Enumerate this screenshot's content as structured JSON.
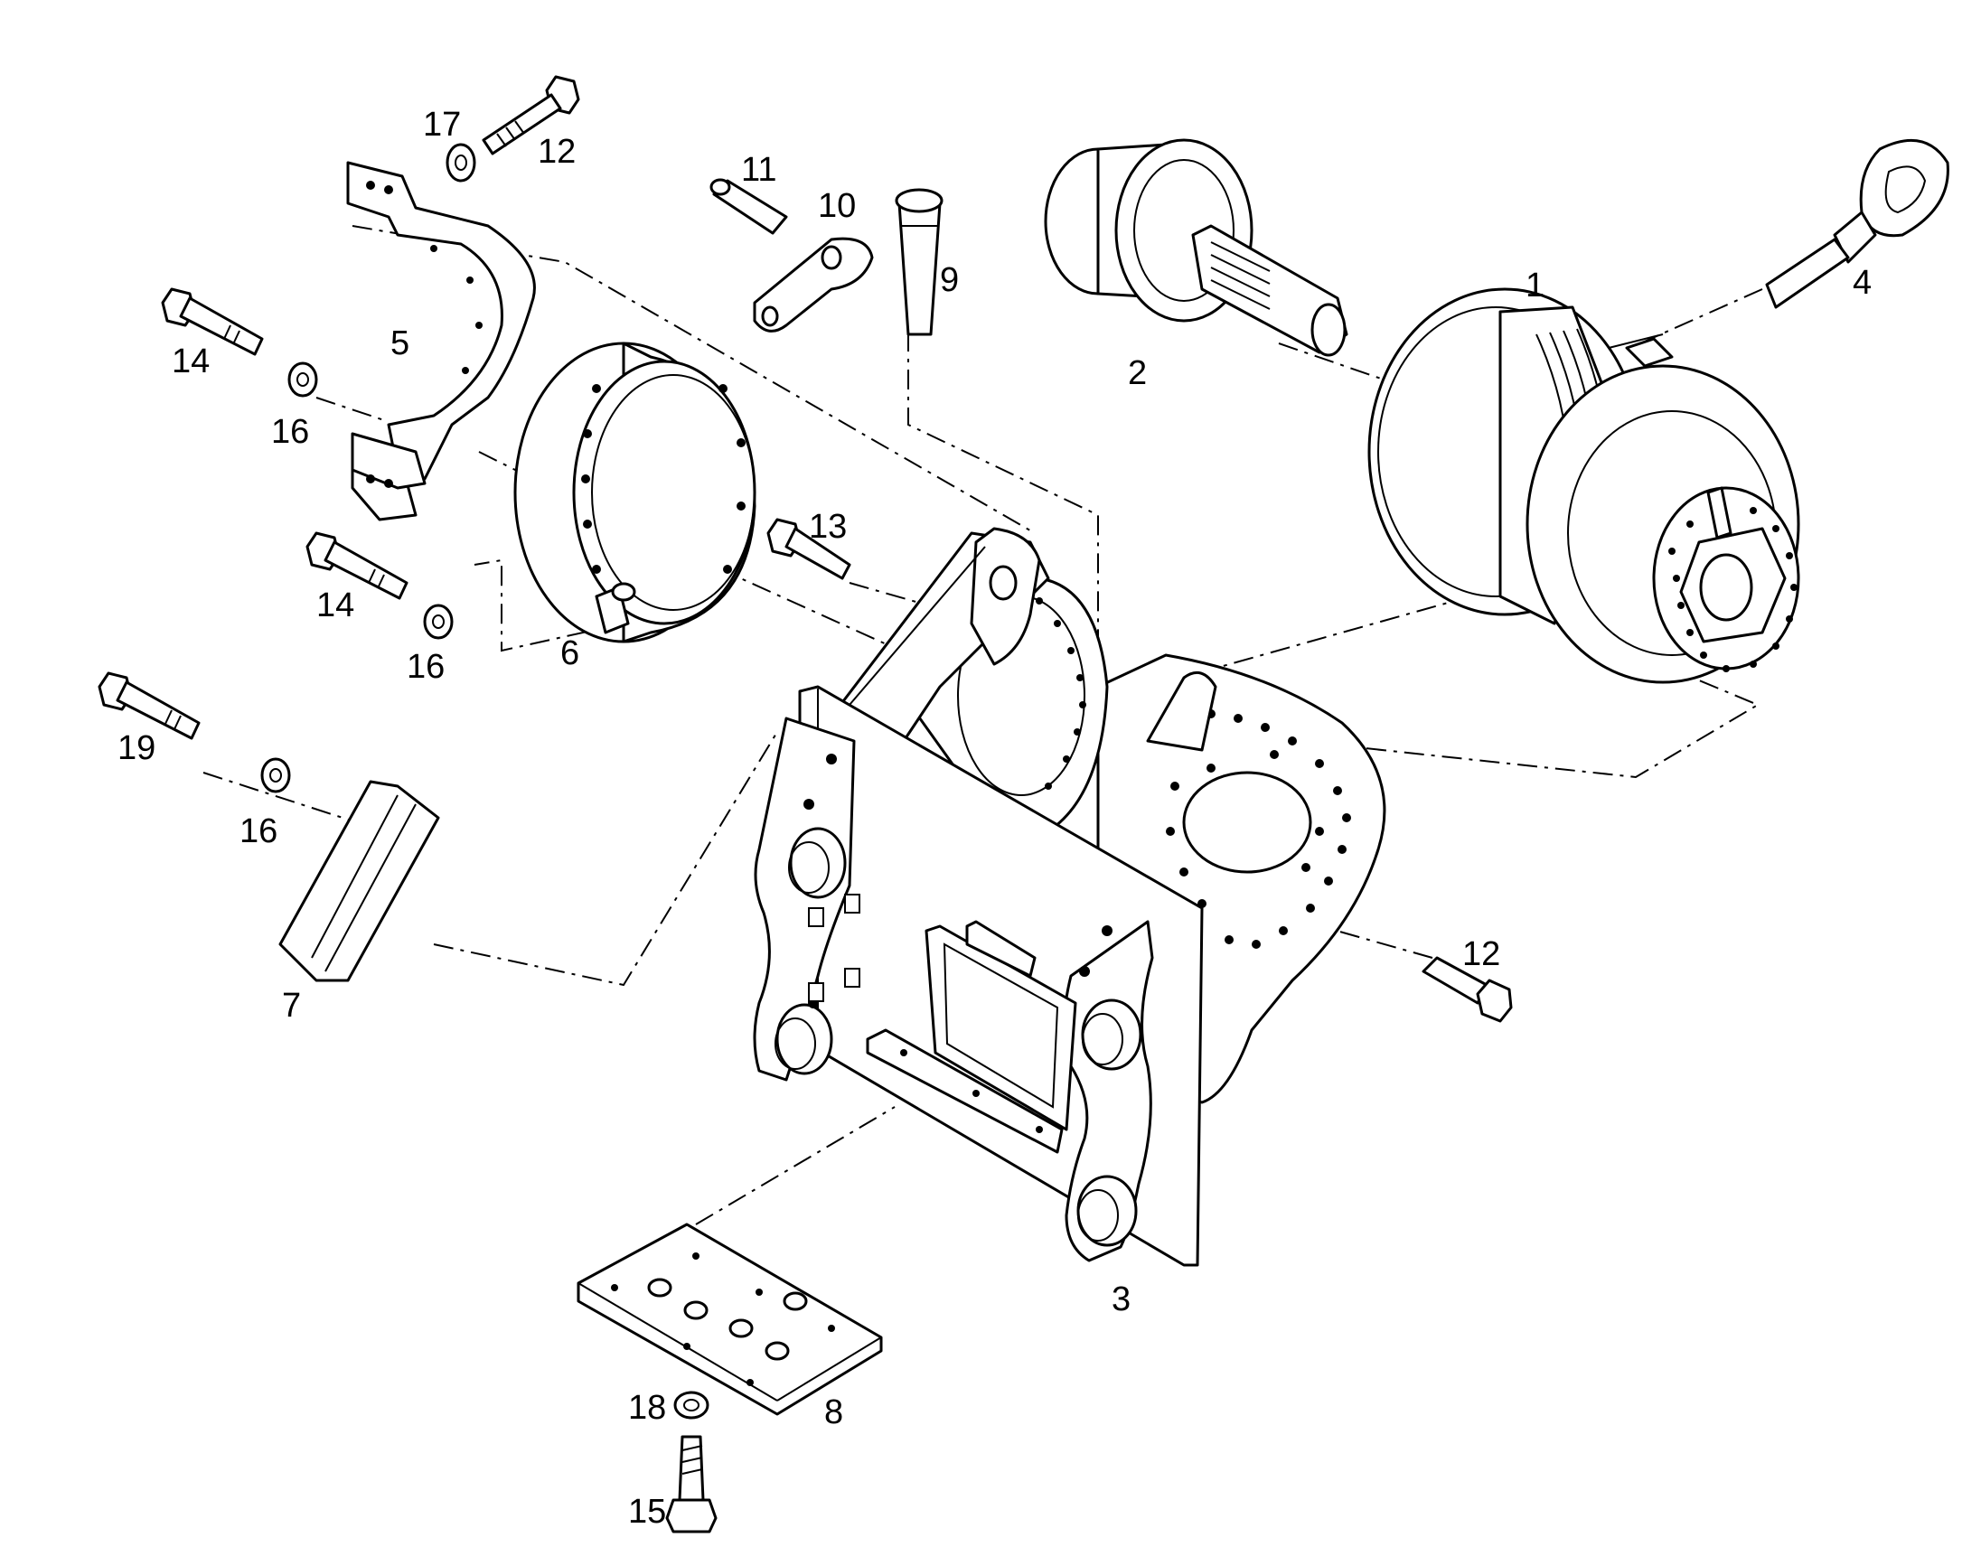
{
  "callouts": [
    {
      "id": "c1",
      "text": "1"
    },
    {
      "id": "c2",
      "text": "2"
    },
    {
      "id": "c3",
      "text": "3"
    },
    {
      "id": "c4",
      "text": "4"
    },
    {
      "id": "c5",
      "text": "5"
    },
    {
      "id": "c6",
      "text": "6"
    },
    {
      "id": "c7",
      "text": "7"
    },
    {
      "id": "c8",
      "text": "8"
    },
    {
      "id": "c9",
      "text": "9"
    },
    {
      "id": "c10",
      "text": "10"
    },
    {
      "id": "c11",
      "text": "11"
    },
    {
      "id": "c12a",
      "text": "12"
    },
    {
      "id": "c12b",
      "text": "12"
    },
    {
      "id": "c13",
      "text": "13"
    },
    {
      "id": "c14a",
      "text": "14"
    },
    {
      "id": "c14b",
      "text": "14"
    },
    {
      "id": "c15",
      "text": "15"
    },
    {
      "id": "c16a",
      "text": "16"
    },
    {
      "id": "c16b",
      "text": "16"
    },
    {
      "id": "c16c",
      "text": "16"
    },
    {
      "id": "c17",
      "text": "17"
    },
    {
      "id": "c18",
      "text": "18"
    },
    {
      "id": "c19",
      "text": "19"
    }
  ],
  "colors": {
    "line": "#000000",
    "background": "#ffffff"
  }
}
